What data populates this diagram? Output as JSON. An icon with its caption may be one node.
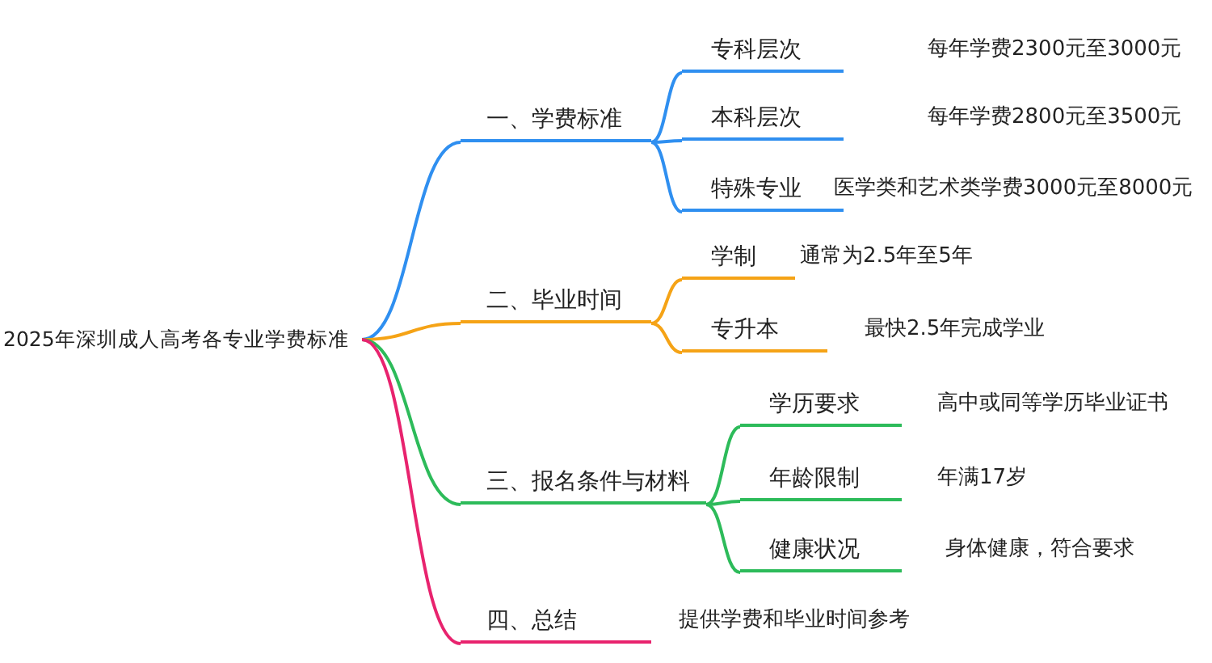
{
  "diagram": {
    "nodes": [
      {
        "text": [
          "2025年深圳成人高考各专业学费标准"
        ]
      },
      {
        "text": [
          "一、学费标准"
        ]
      },
      {
        "text": [
          "专科层次"
        ],
        "beside": [
          "每年学费2300元至3000元"
        ]
      },
      {
        "text": [
          "本科层次"
        ],
        "beside": [
          "每年学费2800元至3500元"
        ]
      },
      {
        "text": [
          "特殊专业"
        ],
        "beside": [
          "医学类和艺术类学费3000元至8000元"
        ]
      },
      {
        "text": [
          "二、毕业时间"
        ]
      },
      {
        "text": [
          "学制"
        ],
        "beside": [
          "通常为2.5年至5年"
        ]
      },
      {
        "text": [
          "专升本"
        ],
        "beside": [
          "最快2.5年完成学业"
        ]
      },
      {
        "text": [
          "三、报名条件与材料"
        ]
      },
      {
        "text": [
          "学历要求"
        ],
        "beside": [
          "高中或同等学历毕业证书"
        ]
      },
      {
        "text": [
          "年龄限制"
        ],
        "beside": [
          "年满17岁"
        ]
      },
      {
        "text": [
          "健康状况"
        ],
        "beside": [
          "身体健康，符合要求"
        ]
      },
      {
        "text": [
          "四、总结"
        ],
        "beside": [
          "提供学费和毕业时间参考"
        ]
      }
    ],
    "edges": [
      {
        "from": 0,
        "to": 1,
        "arrow": "none",
        "color": "#2f8ff0"
      },
      {
        "from": 1,
        "to": 2,
        "arrow": "none",
        "color": "#2f8ff0"
      },
      {
        "from": 1,
        "to": 3,
        "arrow": "none",
        "color": "#2f8ff0"
      },
      {
        "from": 1,
        "to": 4,
        "arrow": "none",
        "color": "#2f8ff0"
      },
      {
        "from": 0,
        "to": 5,
        "arrow": "none",
        "color": "#f5a316"
      },
      {
        "from": 5,
        "to": 6,
        "arrow": "none",
        "color": "#f5a316"
      },
      {
        "from": 5,
        "to": 7,
        "arrow": "none",
        "color": "#f5a316"
      },
      {
        "from": 0,
        "to": 8,
        "arrow": "none",
        "color": "#2dbb5a"
      },
      {
        "from": 8,
        "to": 9,
        "arrow": "none",
        "color": "#2dbb5a"
      },
      {
        "from": 8,
        "to": 10,
        "arrow": "none",
        "color": "#2dbb5a"
      },
      {
        "from": 8,
        "to": 11,
        "arrow": "none",
        "color": "#2dbb5a"
      },
      {
        "from": 0,
        "to": 12,
        "arrow": "none",
        "color": "#e8236e"
      }
    ]
  }
}
